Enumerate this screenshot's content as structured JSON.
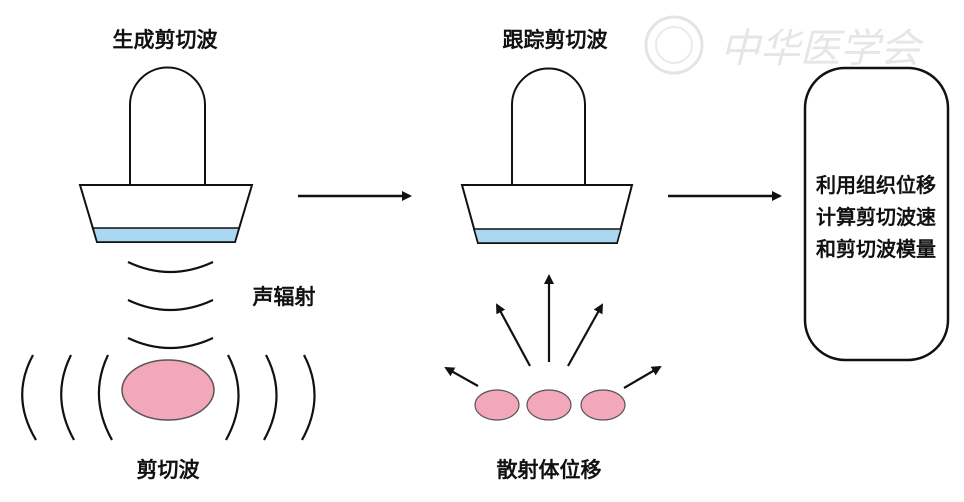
{
  "labels": {
    "generate": "生成剪切波",
    "track": "跟踪剪切波",
    "radiation": "声辐射",
    "shear_wave": "剪切波",
    "displacement": "散射体位移"
  },
  "result_box": {
    "lines": [
      "利用组织位移",
      "计算剪切波速",
      "和剪切波模量"
    ]
  },
  "watermark": "中华医学会",
  "colors": {
    "transducer_strip": "#a9d6f0",
    "tissue": "#f2a7bb",
    "stroke": "#111111"
  }
}
